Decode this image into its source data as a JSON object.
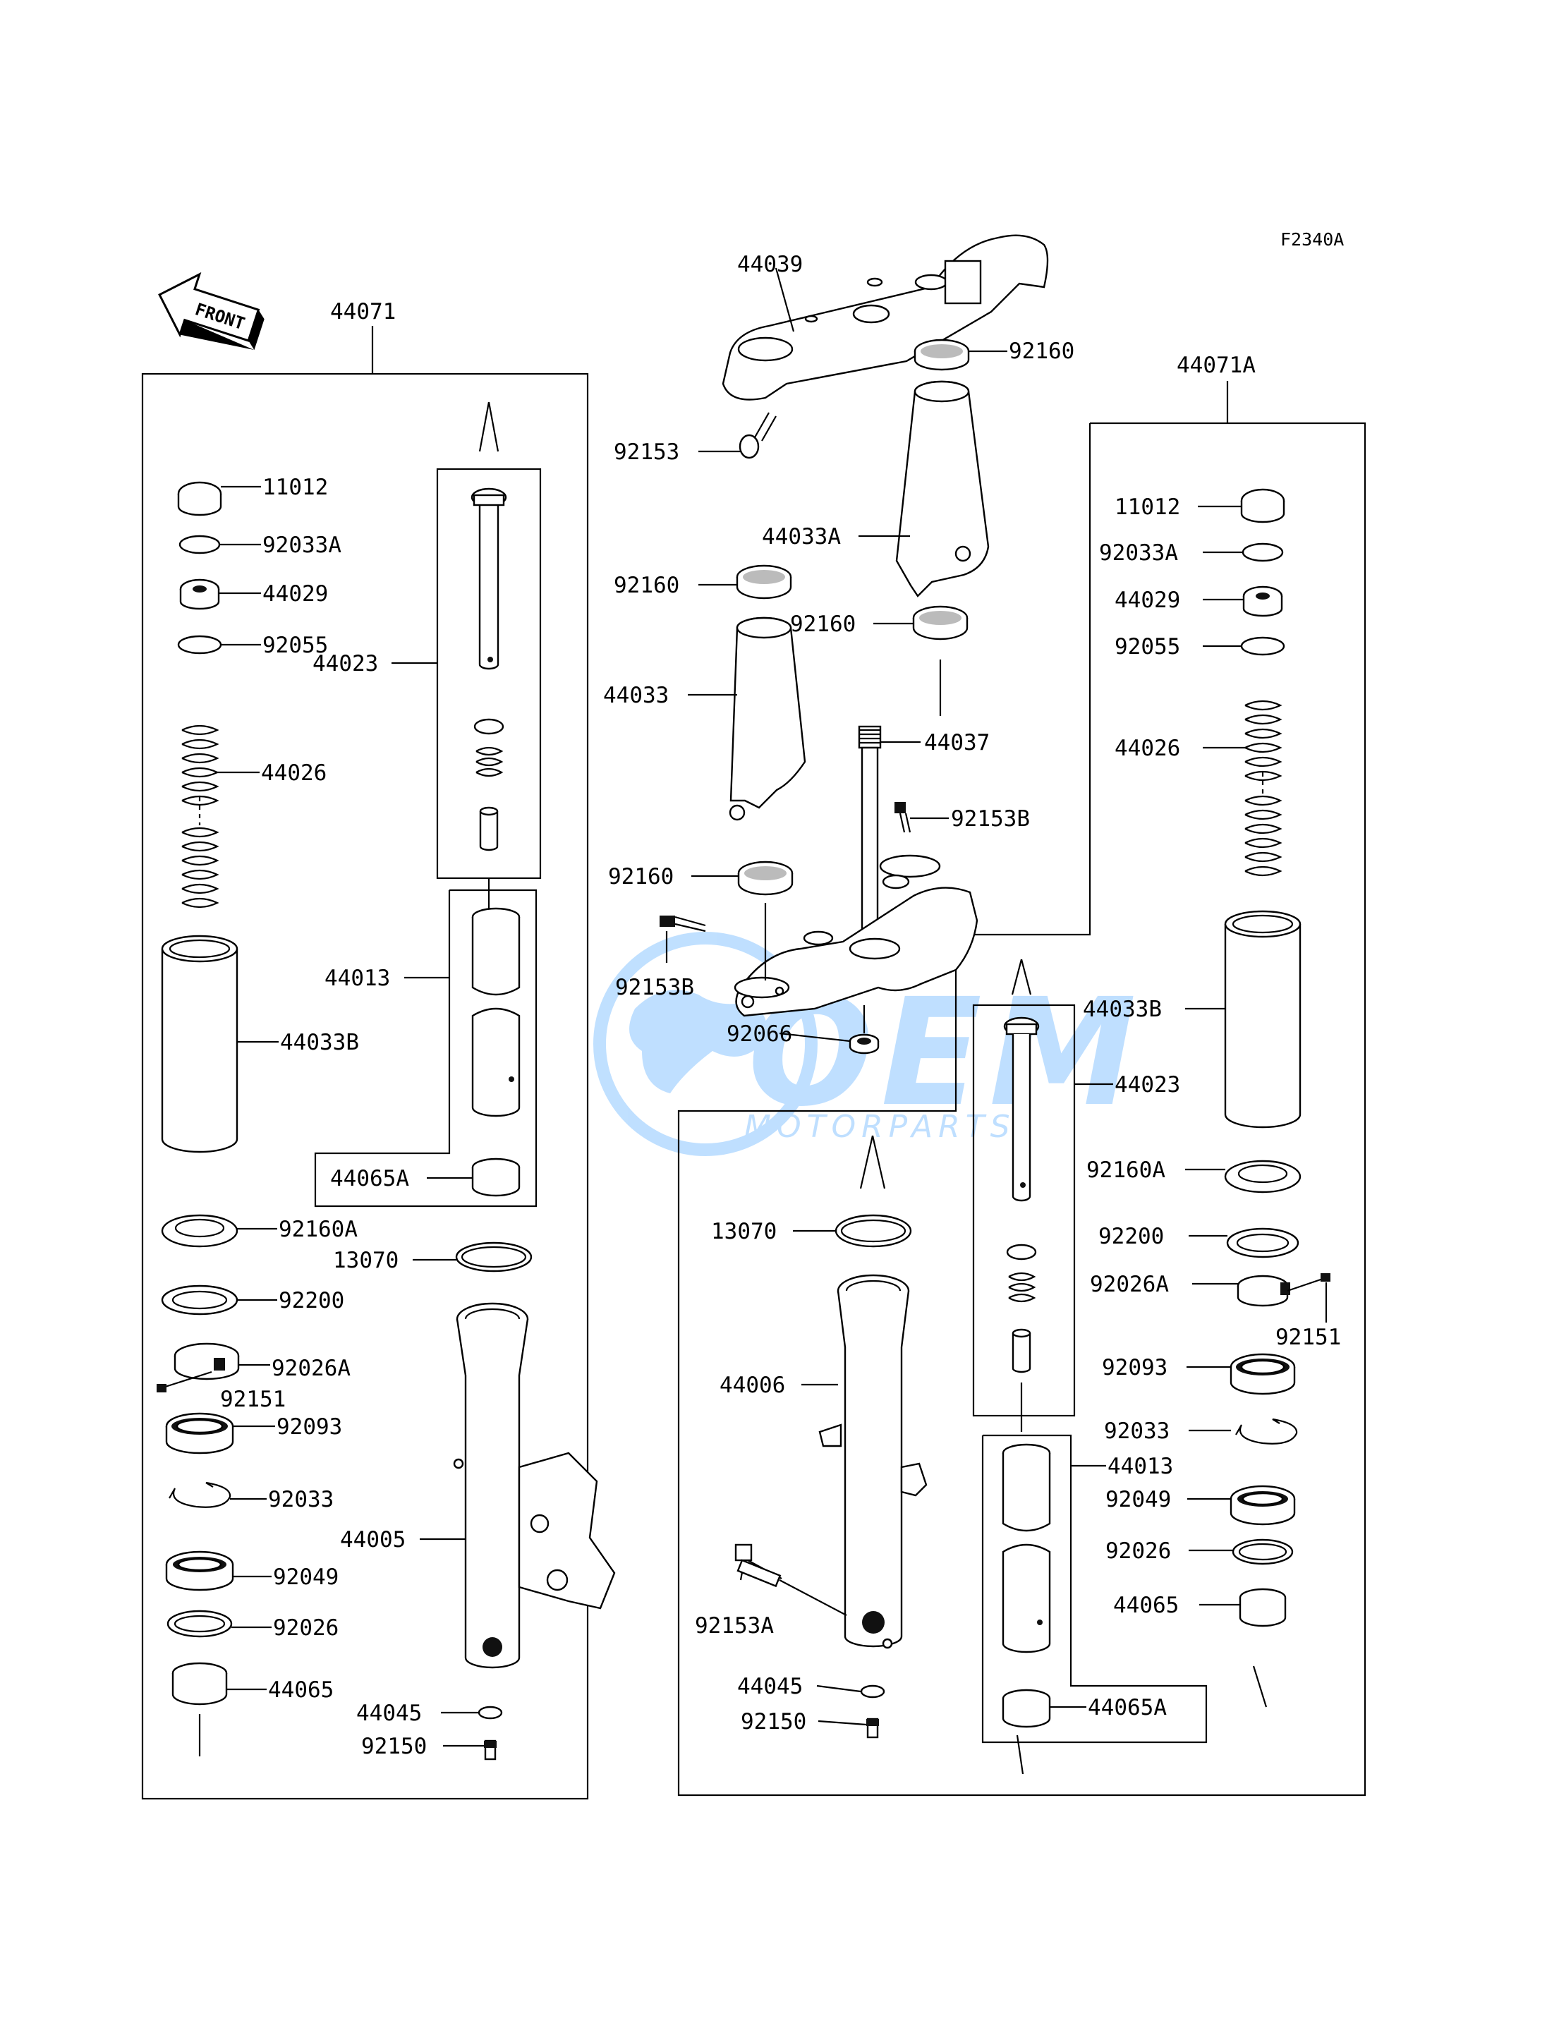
{
  "diagram_code": "F2340A",
  "front_badge": "FRONT",
  "watermark": {
    "brand": "OEM",
    "subtitle": "MOTORPARTS",
    "color": "#1e90ff"
  },
  "labels": {
    "l44071": "44071",
    "l44071A": "44071A",
    "l44039": "44039",
    "l92160_top": "92160",
    "l92153": "92153",
    "l44033A": "44033A",
    "l92160_a": "92160",
    "l92160_b": "92160",
    "l44033": "44033",
    "l44037": "44037",
    "l92153B_r": "92153B",
    "l92160_c": "92160",
    "l92153B_l": "92153B",
    "l92066": "92066",
    "L11012": "11012",
    "L92033A": "92033A",
    "L44029": "44029",
    "L92055": "92055",
    "L44023": "44023",
    "L44026": "44026",
    "L44013": "44013",
    "L44033B": "44033B",
    "L44065A": "44065A",
    "L92160A": "92160A",
    "L13070": "13070",
    "L92200": "92200",
    "L92026A": "92026A",
    "L92151": "92151",
    "L92093": "92093",
    "L44005": "44005",
    "L92033": "92033",
    "L92049": "92049",
    "L92026": "92026",
    "L44065": "44065",
    "L44045": "44045",
    "L92150": "92150",
    "R11012": "11012",
    "R92033A": "92033A",
    "R44029": "44029",
    "R92055": "92055",
    "R44026": "44026",
    "R44033B": "44033B",
    "R44023": "44023",
    "R92160A": "92160A",
    "R92200": "92200",
    "R92026A": "92026A",
    "R92151": "92151",
    "R92093": "92093",
    "R92033": "92033",
    "R44013": "44013",
    "R92049": "92049",
    "R92026": "92026",
    "R44065": "44065",
    "R44065A": "44065A",
    "R13070": "13070",
    "R44006": "44006",
    "R92153A": "92153A",
    "R44045": "44045",
    "R92150": "92150"
  }
}
